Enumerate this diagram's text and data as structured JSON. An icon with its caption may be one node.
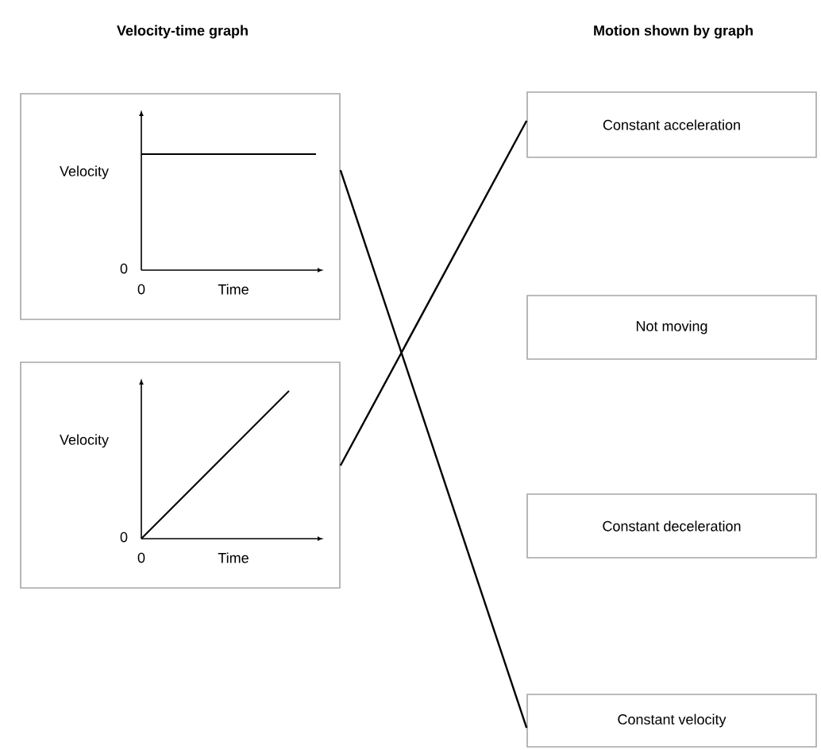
{
  "diagram": {
    "nodes": [
      {
        "text": [
          "Velocity",
          "0",
          "0",
          "Time"
        ]
      },
      {
        "text": [
          "Velocity",
          "0",
          "0",
          "Time"
        ]
      },
      {
        "text": [
          "Constant acceleration"
        ]
      },
      {
        "text": [
          "Not moving"
        ]
      },
      {
        "text": [
          "Constant deceleration"
        ]
      },
      {
        "text": [
          "Constant velocity"
        ]
      }
    ],
    "edges": [
      {
        "from": 0,
        "to": 5,
        "arrow": "none"
      },
      {
        "from": 1,
        "to": 2,
        "arrow": "none"
      }
    ],
    "labels": [
      "Velocity-time graph",
      "Motion shown by graph"
    ]
  }
}
